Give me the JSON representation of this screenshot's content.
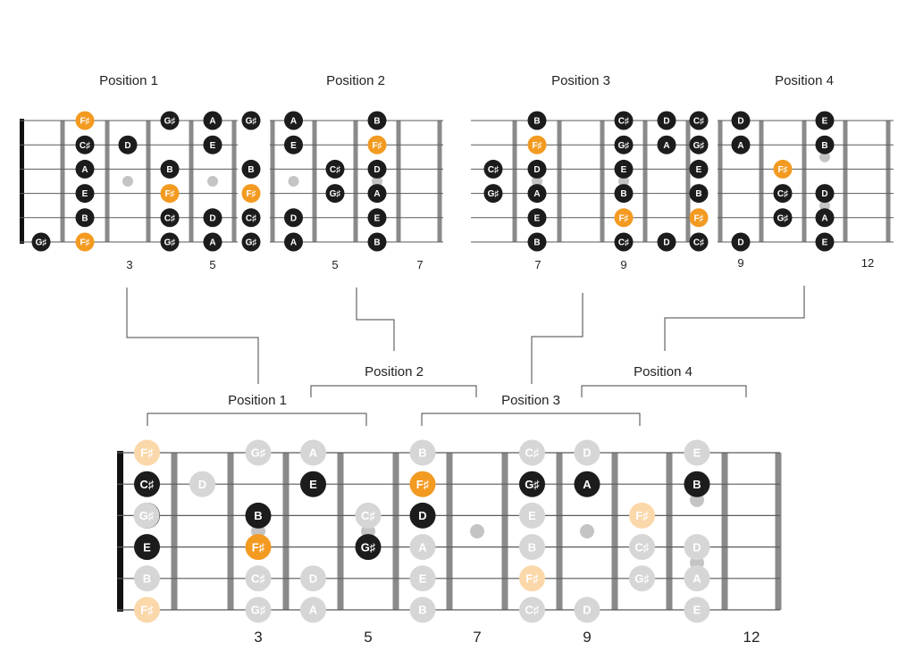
{
  "colors": {
    "note_dark": "#1c1c1c",
    "root": "#f39a21",
    "ghost": "#d6d6d6",
    "ghost_root": "#fbd8aa",
    "fret": "#8a8a8a",
    "nut": "#111111",
    "string": "#5a5a5a",
    "bracket": "#444444",
    "marker": "#c4c4c4"
  },
  "small_diagrams": [
    {
      "title": "Position 1",
      "fret_numbers": [
        "3",
        "5"
      ],
      "notes": [
        {
          "s": 6,
          "slot": 0,
          "label": "G♯",
          "root": false
        },
        {
          "s": 1,
          "slot": 1,
          "label": "F♯",
          "root": true
        },
        {
          "s": 2,
          "slot": 1,
          "label": "C♯",
          "root": false
        },
        {
          "s": 3,
          "slot": 1,
          "label": "A",
          "root": false
        },
        {
          "s": 4,
          "slot": 1,
          "label": "E",
          "root": false
        },
        {
          "s": 5,
          "slot": 1,
          "label": "B",
          "root": false
        },
        {
          "s": 6,
          "slot": 1,
          "label": "F♯",
          "root": true
        },
        {
          "s": 2,
          "slot": 2,
          "label": "D",
          "root": false
        },
        {
          "s": 1,
          "slot": 3,
          "label": "G♯",
          "root": false
        },
        {
          "s": 3,
          "slot": 3,
          "label": "B",
          "root": false
        },
        {
          "s": 4,
          "slot": 3,
          "label": "F♯",
          "root": true
        },
        {
          "s": 5,
          "slot": 3,
          "label": "C♯",
          "root": false
        },
        {
          "s": 6,
          "slot": 3,
          "label": "G♯",
          "root": false
        },
        {
          "s": 1,
          "slot": 4,
          "label": "A",
          "root": false
        },
        {
          "s": 2,
          "slot": 4,
          "label": "E",
          "root": false
        },
        {
          "s": 5,
          "slot": 4,
          "label": "D",
          "root": false
        },
        {
          "s": 6,
          "slot": 4,
          "label": "A",
          "root": false
        }
      ]
    },
    {
      "title": "Position 2",
      "fret_numbers": [
        "5",
        "7"
      ],
      "notes": [
        {
          "s": 1,
          "slot": 0,
          "label": "G♯",
          "root": false
        },
        {
          "s": 3,
          "slot": 0,
          "label": "B",
          "root": false
        },
        {
          "s": 4,
          "slot": 0,
          "label": "F♯",
          "root": true
        },
        {
          "s": 5,
          "slot": 0,
          "label": "C♯",
          "root": false
        },
        {
          "s": 6,
          "slot": 0,
          "label": "G♯",
          "root": false
        },
        {
          "s": 1,
          "slot": 1,
          "label": "A",
          "root": false
        },
        {
          "s": 2,
          "slot": 1,
          "label": "E",
          "root": false
        },
        {
          "s": 5,
          "slot": 1,
          "label": "D",
          "root": false
        },
        {
          "s": 6,
          "slot": 1,
          "label": "A",
          "root": false
        },
        {
          "s": 3,
          "slot": 2,
          "label": "C♯",
          "root": false
        },
        {
          "s": 4,
          "slot": 2,
          "label": "G♯",
          "root": false
        },
        {
          "s": 1,
          "slot": 3,
          "label": "B",
          "root": false
        },
        {
          "s": 2,
          "slot": 3,
          "label": "F♯",
          "root": true
        },
        {
          "s": 3,
          "slot": 3,
          "label": "D",
          "root": false
        },
        {
          "s": 4,
          "slot": 3,
          "label": "A",
          "root": false
        },
        {
          "s": 5,
          "slot": 3,
          "label": "E",
          "root": false
        },
        {
          "s": 6,
          "slot": 3,
          "label": "B",
          "root": false
        }
      ]
    },
    {
      "title": "Position 3",
      "fret_numbers": [
        "7",
        "9"
      ],
      "notes": [
        {
          "s": 3,
          "slot": 0,
          "label": "C♯",
          "root": false
        },
        {
          "s": 4,
          "slot": 0,
          "label": "G♯",
          "root": false
        },
        {
          "s": 1,
          "slot": 1,
          "label": "B",
          "root": false
        },
        {
          "s": 2,
          "slot": 1,
          "label": "F♯",
          "root": true
        },
        {
          "s": 3,
          "slot": 1,
          "label": "D",
          "root": false
        },
        {
          "s": 4,
          "slot": 1,
          "label": "A",
          "root": false
        },
        {
          "s": 5,
          "slot": 1,
          "label": "E",
          "root": false
        },
        {
          "s": 6,
          "slot": 1,
          "label": "B",
          "root": false
        },
        {
          "s": 1,
          "slot": 3,
          "label": "C♯",
          "root": false
        },
        {
          "s": 2,
          "slot": 3,
          "label": "G♯",
          "root": false
        },
        {
          "s": 3,
          "slot": 3,
          "label": "E",
          "root": false
        },
        {
          "s": 4,
          "slot": 3,
          "label": "B",
          "root": false
        },
        {
          "s": 5,
          "slot": 3,
          "label": "F♯",
          "root": true
        },
        {
          "s": 6,
          "slot": 3,
          "label": "C♯",
          "root": false
        },
        {
          "s": 1,
          "slot": 4,
          "label": "D",
          "root": false
        },
        {
          "s": 2,
          "slot": 4,
          "label": "A",
          "root": false
        },
        {
          "s": 6,
          "slot": 4,
          "label": "D",
          "root": false
        }
      ]
    },
    {
      "title": "Position 4",
      "fret_numbers": [
        "9",
        "12"
      ],
      "notes": [
        {
          "s": 1,
          "slot": 0,
          "label": "C♯",
          "root": false
        },
        {
          "s": 2,
          "slot": 0,
          "label": "G♯",
          "root": false
        },
        {
          "s": 3,
          "slot": 0,
          "label": "E",
          "root": false
        },
        {
          "s": 4,
          "slot": 0,
          "label": "B",
          "root": false
        },
        {
          "s": 5,
          "slot": 0,
          "label": "F♯",
          "root": true
        },
        {
          "s": 6,
          "slot": 0,
          "label": "C♯",
          "root": false
        },
        {
          "s": 1,
          "slot": 1,
          "label": "D",
          "root": false
        },
        {
          "s": 2,
          "slot": 1,
          "label": "A",
          "root": false
        },
        {
          "s": 6,
          "slot": 1,
          "label": "D",
          "root": false
        },
        {
          "s": 3,
          "slot": 2,
          "label": "F♯",
          "root": true
        },
        {
          "s": 4,
          "slot": 2,
          "label": "C♯",
          "root": false
        },
        {
          "s": 5,
          "slot": 2,
          "label": "G♯",
          "root": false
        },
        {
          "s": 1,
          "slot": 3,
          "label": "E",
          "root": false
        },
        {
          "s": 2,
          "slot": 3,
          "label": "B",
          "root": false
        },
        {
          "s": 4,
          "slot": 3,
          "label": "D",
          "root": false
        },
        {
          "s": 5,
          "slot": 3,
          "label": "A",
          "root": false
        },
        {
          "s": 6,
          "slot": 3,
          "label": "E",
          "root": false
        }
      ]
    }
  ],
  "full_fretboard": {
    "fret_numbers": [
      "3",
      "5",
      "7",
      "9",
      "12"
    ],
    "position_labels": [
      "Position 1",
      "Position 2",
      "Position 3",
      "Position 4"
    ],
    "notes": [
      {
        "s": 1,
        "slot": 1,
        "label": "F♯",
        "state": "ghost-root"
      },
      {
        "s": 2,
        "slot": 1,
        "label": "C♯",
        "state": "dark"
      },
      {
        "s": 3,
        "slot": 1,
        "label": "A",
        "state": "dark"
      },
      {
        "s": 4,
        "slot": 1,
        "label": "E",
        "state": "dark"
      },
      {
        "s": 5,
        "slot": 1,
        "label": "B",
        "state": "ghost"
      },
      {
        "s": 6,
        "slot": 1,
        "label": "F♯",
        "state": "ghost-root"
      },
      {
        "s": 3,
        "slot": 0,
        "label": "G♯",
        "state": "ghost"
      },
      {
        "s": 2,
        "slot": 2,
        "label": "D",
        "state": "ghost"
      },
      {
        "s": 1,
        "slot": 3,
        "label": "G♯",
        "state": "ghost"
      },
      {
        "s": 3,
        "slot": 3,
        "label": "B",
        "state": "dark"
      },
      {
        "s": 4,
        "slot": 3,
        "label": "F♯",
        "state": "root"
      },
      {
        "s": 5,
        "slot": 3,
        "label": "C♯",
        "state": "ghost"
      },
      {
        "s": 6,
        "slot": 3,
        "label": "G♯",
        "state": "ghost"
      },
      {
        "s": 1,
        "slot": 4,
        "label": "A",
        "state": "ghost"
      },
      {
        "s": 2,
        "slot": 4,
        "label": "E",
        "state": "dark"
      },
      {
        "s": 5,
        "slot": 4,
        "label": "D",
        "state": "ghost"
      },
      {
        "s": 6,
        "slot": 4,
        "label": "A",
        "state": "ghost"
      },
      {
        "s": 3,
        "slot": 5,
        "label": "C♯",
        "state": "ghost"
      },
      {
        "s": 4,
        "slot": 5,
        "label": "G♯",
        "state": "dark"
      },
      {
        "s": 1,
        "slot": 6,
        "label": "B",
        "state": "ghost"
      },
      {
        "s": 2,
        "slot": 6,
        "label": "F♯",
        "state": "root"
      },
      {
        "s": 3,
        "slot": 6,
        "label": "D",
        "state": "dark"
      },
      {
        "s": 4,
        "slot": 6,
        "label": "A",
        "state": "ghost"
      },
      {
        "s": 5,
        "slot": 6,
        "label": "E",
        "state": "ghost"
      },
      {
        "s": 6,
        "slot": 6,
        "label": "B",
        "state": "ghost"
      },
      {
        "s": 1,
        "slot": 8,
        "label": "C♯",
        "state": "ghost"
      },
      {
        "s": 2,
        "slot": 8,
        "label": "G♯",
        "state": "dark"
      },
      {
        "s": 3,
        "slot": 8,
        "label": "E",
        "state": "ghost"
      },
      {
        "s": 4,
        "slot": 8,
        "label": "B",
        "state": "ghost"
      },
      {
        "s": 5,
        "slot": 8,
        "label": "F♯",
        "state": "ghost-root"
      },
      {
        "s": 6,
        "slot": 8,
        "label": "C♯",
        "state": "ghost"
      },
      {
        "s": 1,
        "slot": 9,
        "label": "D",
        "state": "ghost"
      },
      {
        "s": 2,
        "slot": 9,
        "label": "A",
        "state": "dark"
      },
      {
        "s": 6,
        "slot": 9,
        "label": "D",
        "state": "ghost"
      },
      {
        "s": 3,
        "slot": 10,
        "label": "F♯",
        "state": "ghost-root"
      },
      {
        "s": 4,
        "slot": 10,
        "label": "C♯",
        "state": "ghost"
      },
      {
        "s": 5,
        "slot": 10,
        "label": "G♯",
        "state": "ghost"
      },
      {
        "s": 1,
        "slot": 11,
        "label": "E",
        "state": "ghost"
      },
      {
        "s": 2,
        "slot": 11,
        "label": "B",
        "state": "dark"
      },
      {
        "s": 4,
        "slot": 11,
        "label": "D",
        "state": "ghost"
      },
      {
        "s": 5,
        "slot": 11,
        "label": "A",
        "state": "ghost"
      },
      {
        "s": 6,
        "slot": 11,
        "label": "E",
        "state": "ghost"
      }
    ]
  }
}
